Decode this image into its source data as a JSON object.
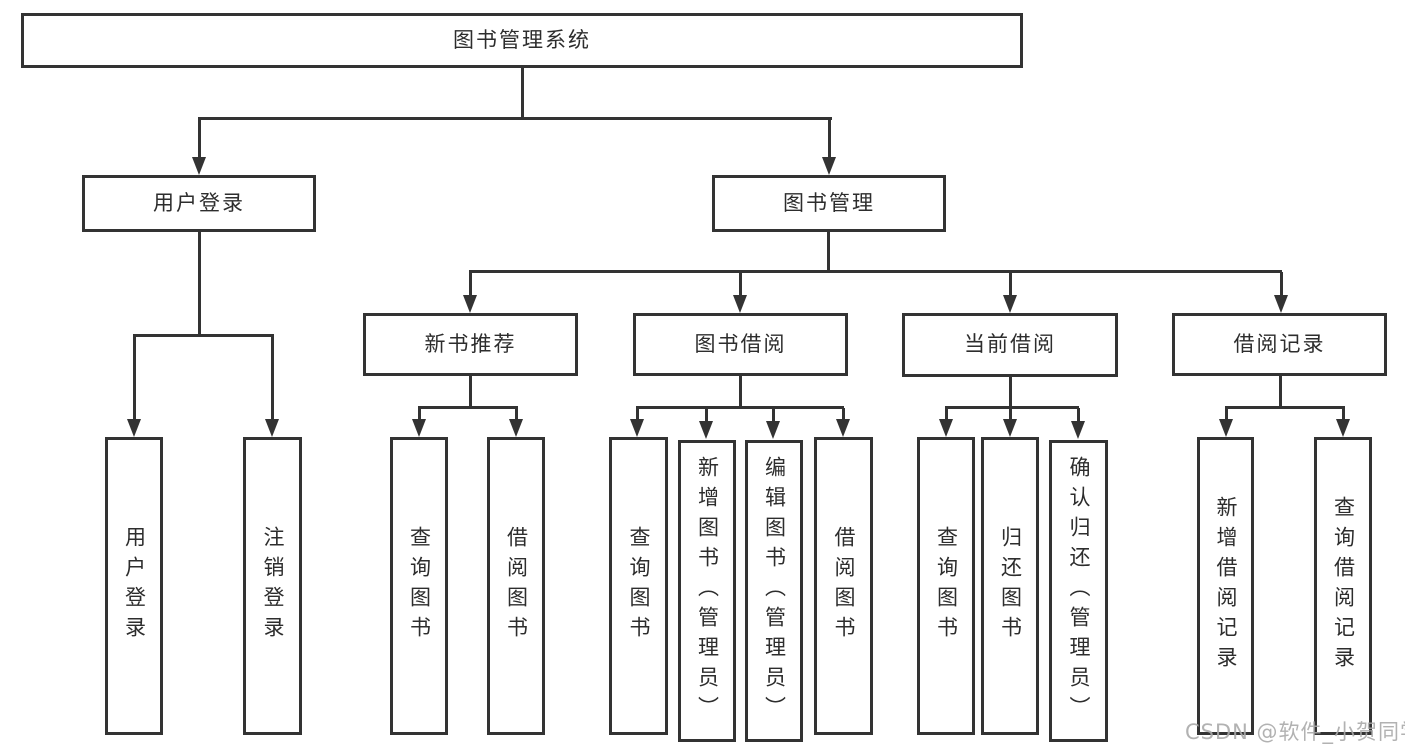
{
  "colors": {
    "line": "#333333",
    "text": "#2d2d2d",
    "bg": "#ffffff",
    "watermark": "#aaaaaa"
  },
  "watermark": "CSDN @软件_小贺同学",
  "nodes": {
    "root": "图书管理系统",
    "user_login": "用户登录",
    "book_mgmt": "图书管理",
    "new_book_rec": "新书推荐",
    "book_borrow": "图书借阅",
    "current_borrow": "当前借阅",
    "borrow_records": "借阅记录",
    "login": "用户登录",
    "logout": "注销登录",
    "query_book_rec": "查询图书",
    "borrow_book_rec": "借阅图书",
    "query_book_borrow": "查询图书",
    "add_book_admin": "新增图书（管理员）",
    "edit_book_admin": "编辑图书（管理员）",
    "borrow_book_borrow": "借阅图书",
    "query_book_current": "查询图书",
    "return_book": "归还图书",
    "confirm_return_admin": "确认归还（管理员）",
    "add_borrow_record": "新增借阅记录",
    "query_borrow_record": "查询借阅记录"
  }
}
